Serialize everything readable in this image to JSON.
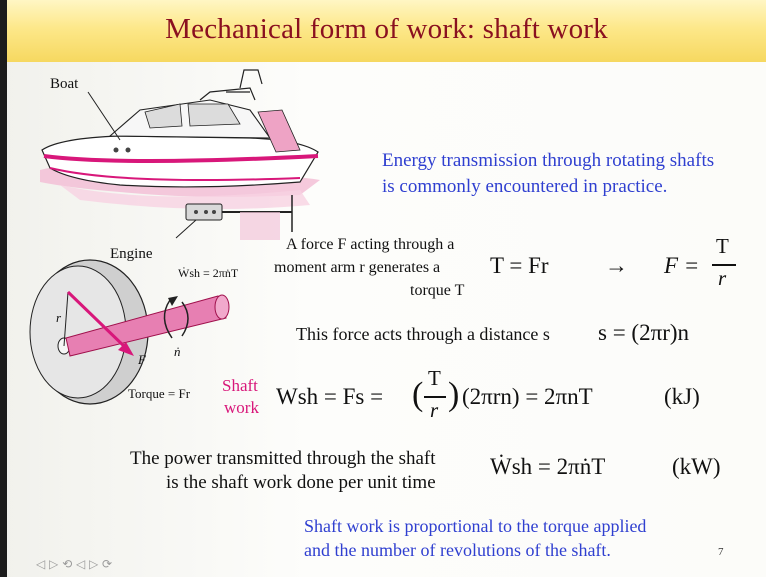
{
  "slide": {
    "title": "Mechanical form of work: shaft work",
    "labels": {
      "boat": "Boat",
      "engine": "Engine",
      "wdot_fig": "Ẇsh = 2πṅT",
      "r_fig": "r",
      "F_fig": "F",
      "n_fig": "ṅ",
      "torque_fig": "Torque = Fr"
    },
    "intro": [
      "Energy transmission through rotating shafts",
      "is commonly encountered in practice."
    ],
    "torque_text": [
      "A force F acting through a",
      "moment arm r generates a",
      "torque T"
    ],
    "eq_torque": "T = Fr",
    "arrow": "→",
    "eq_force_lhs": "F =",
    "eq_force_num": "T",
    "eq_force_den": "r",
    "distance_text": "This force acts through a distance s",
    "eq_distance": "s = (2πr)n",
    "shaft_work_label": [
      "Shaft",
      "work"
    ],
    "eq_work_lhs": "Wsh = Fs =",
    "eq_work_frac_num": "T",
    "eq_work_frac_den": "r",
    "eq_work_rhs": "(2πrn) = 2πnT",
    "eq_work_unit": "(kJ)",
    "power_text": [
      "The power transmitted through the shaft",
      "is the shaft work done per unit time"
    ],
    "eq_power": "Ẇsh = 2πṅT",
    "eq_power_unit": "(kW)",
    "conclusion": [
      "Shaft work is proportional to the torque applied",
      "and the number of revolutions of the shaft."
    ],
    "page_number": "7",
    "nav_controls": "◁ ▷ ⟲ ◁ ▷ ⟳"
  },
  "colors": {
    "title": "#8a1020",
    "blue_text": "#2f3fd0",
    "magenta": "#d8177a",
    "title_bar": "#fde88a"
  }
}
